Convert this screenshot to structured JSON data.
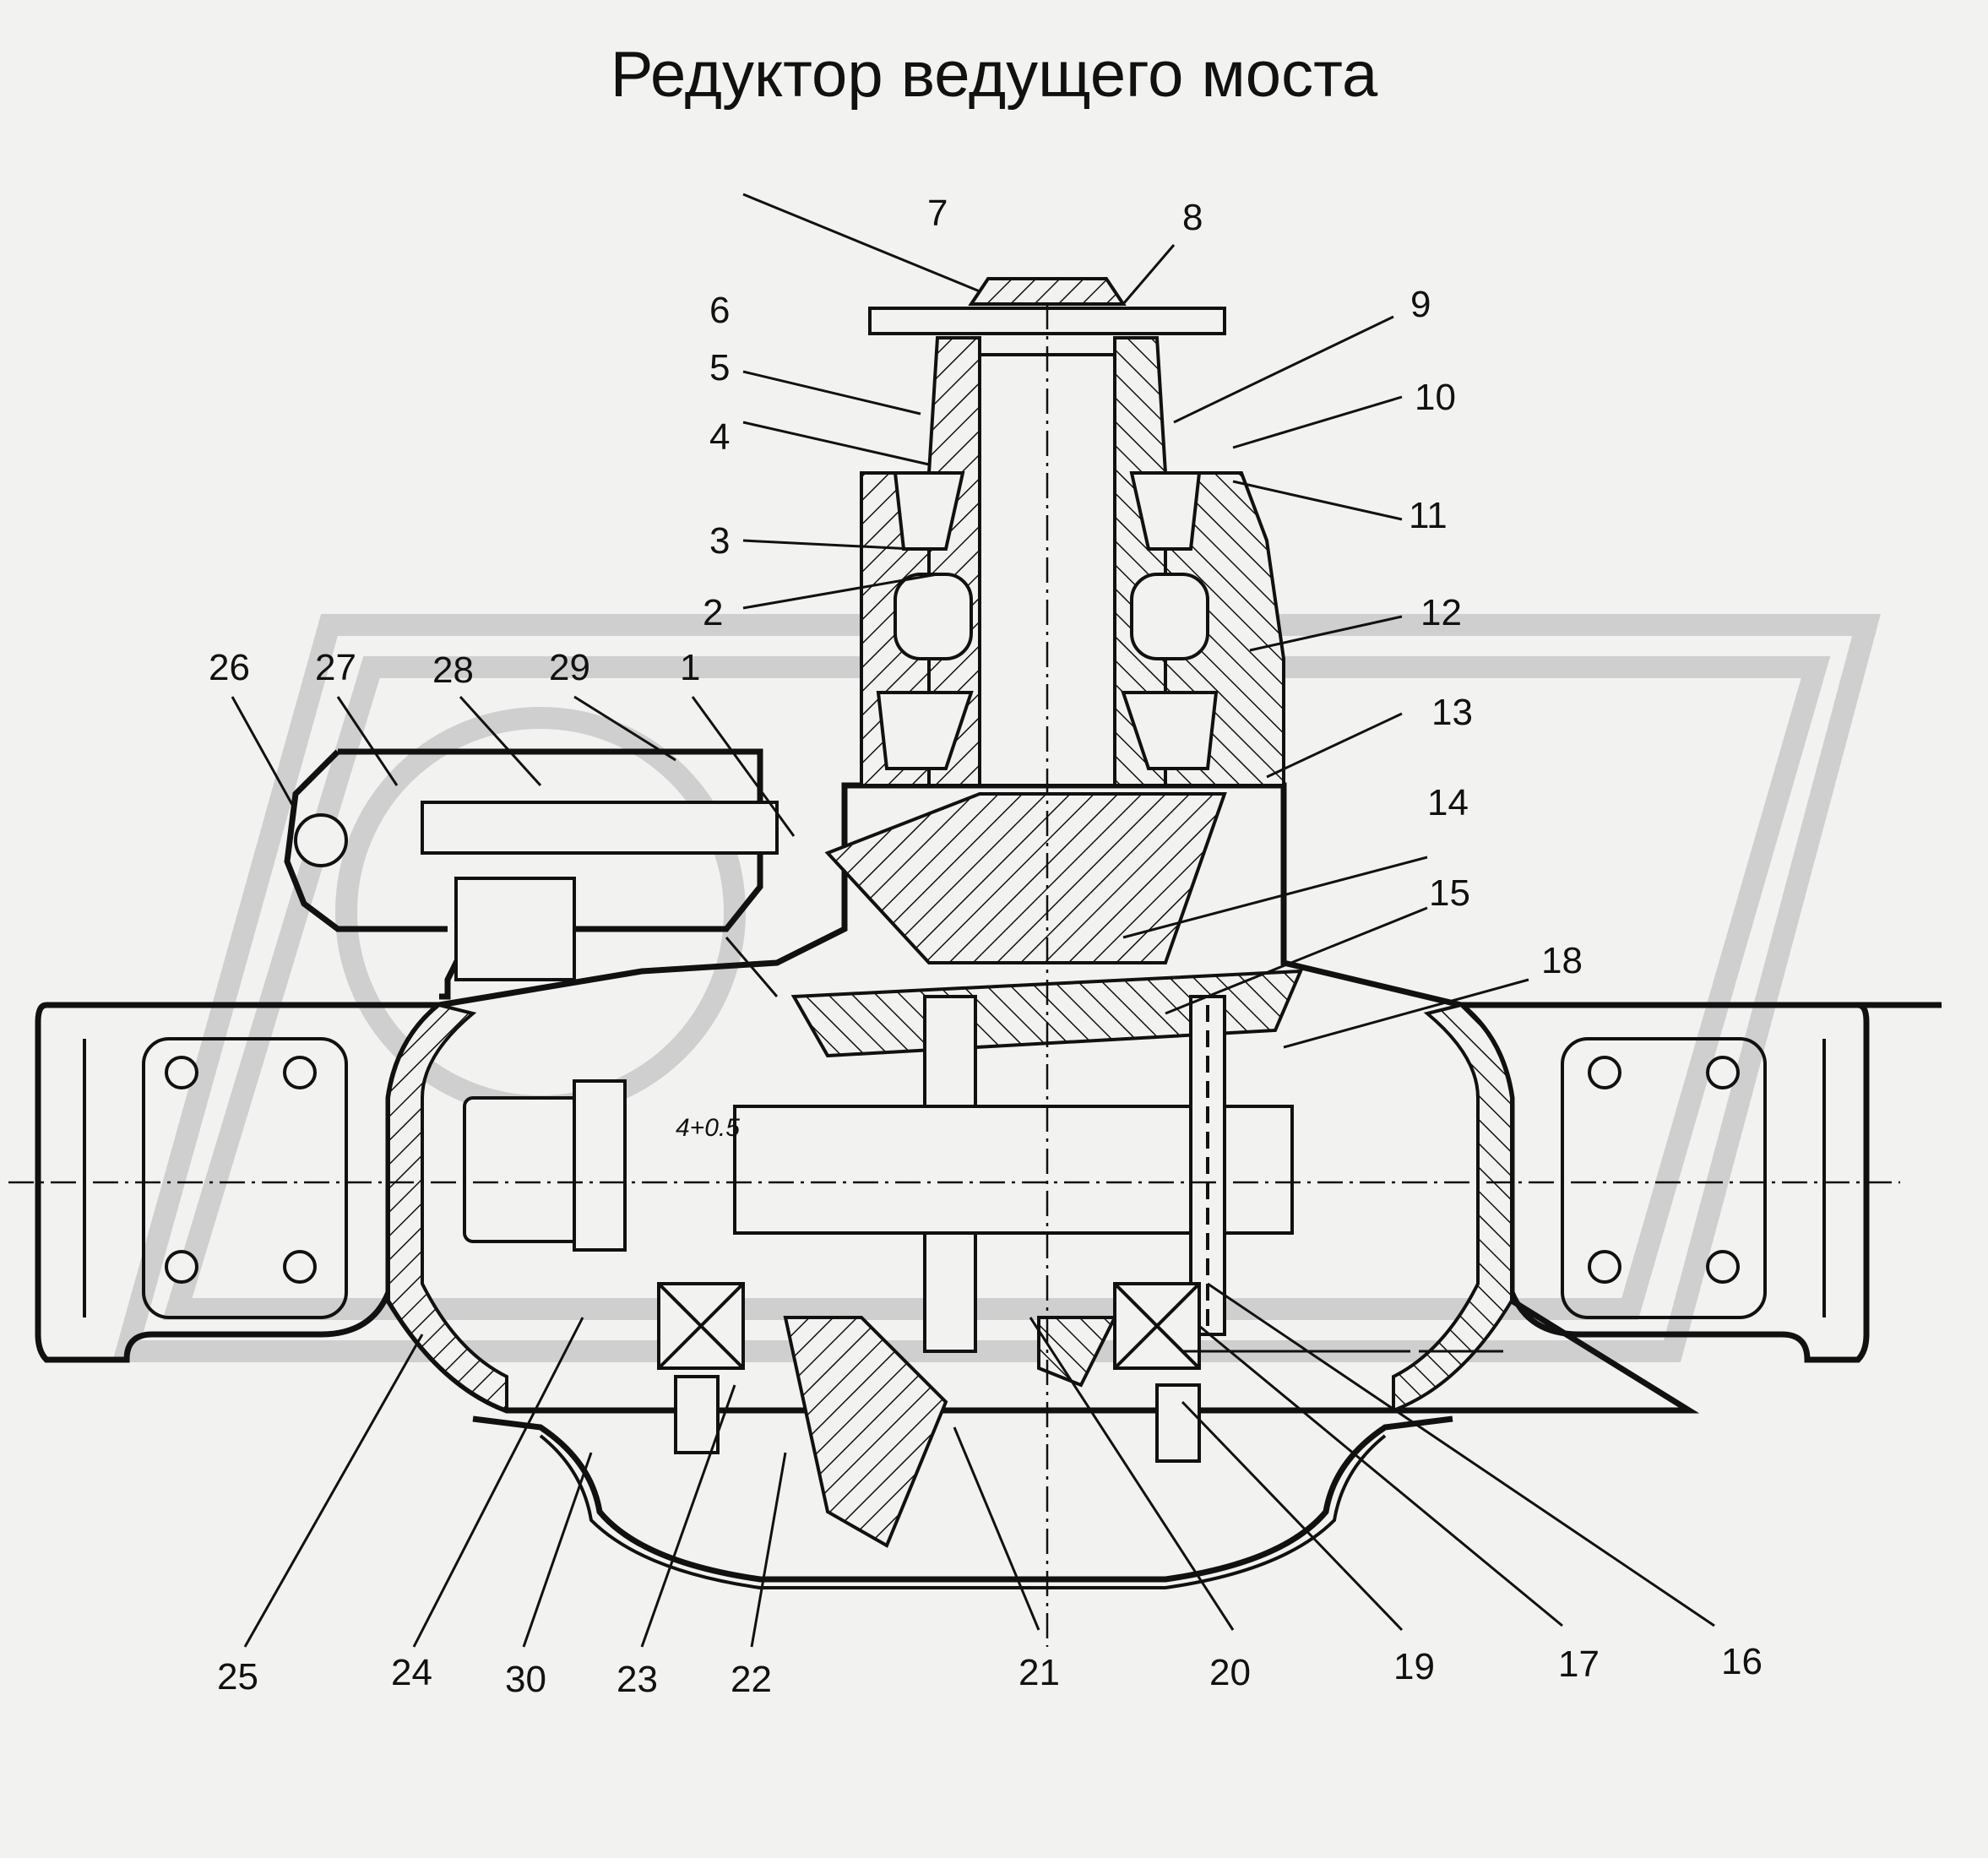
{
  "title": "Редуктор ведущего моста",
  "callouts": [
    "1",
    "2",
    "3",
    "4",
    "5",
    "6",
    "7",
    "8",
    "9",
    "10",
    "11",
    "12",
    "13",
    "14",
    "15",
    "16",
    "17",
    "18",
    "19",
    "20",
    "21",
    "22",
    "23",
    "24",
    "25",
    "26",
    "27",
    "28",
    "29",
    "30"
  ],
  "annotation": "4+0.5"
}
